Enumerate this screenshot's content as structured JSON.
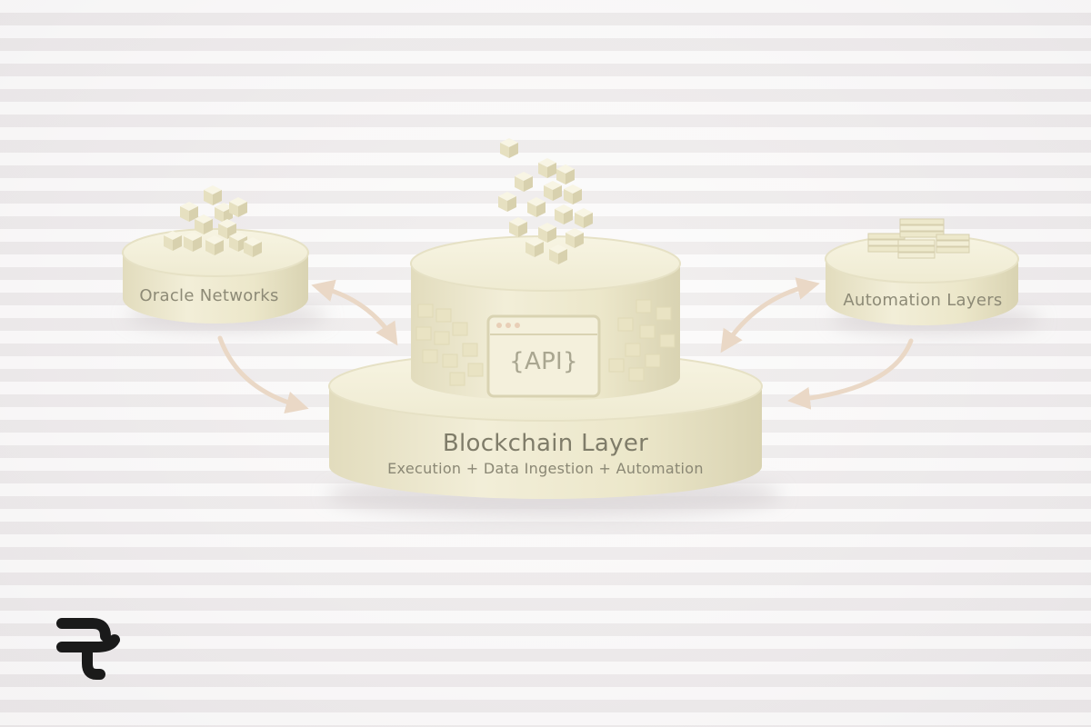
{
  "nodes": {
    "oracle": {
      "label": "Oracle Networks"
    },
    "automation": {
      "label": "Automation Layers"
    },
    "blockchain": {
      "title": "Blockchain Layer",
      "subtitle": "Execution + Data Ingestion + Automation"
    },
    "api": {
      "label": "{API}"
    }
  },
  "colors": {
    "platform": "#f3f0d8",
    "platform_side": "#ebe6c9",
    "cube": "#ede8c8",
    "arrow": "#eddccc",
    "text": "#8d8a76",
    "logo": "#1a1a1a"
  },
  "icons": [
    "cube-cluster-icon",
    "stacked-cards-icon",
    "browser-window-icon",
    "bidirectional-arrow-icon",
    "brand-logo-icon"
  ]
}
